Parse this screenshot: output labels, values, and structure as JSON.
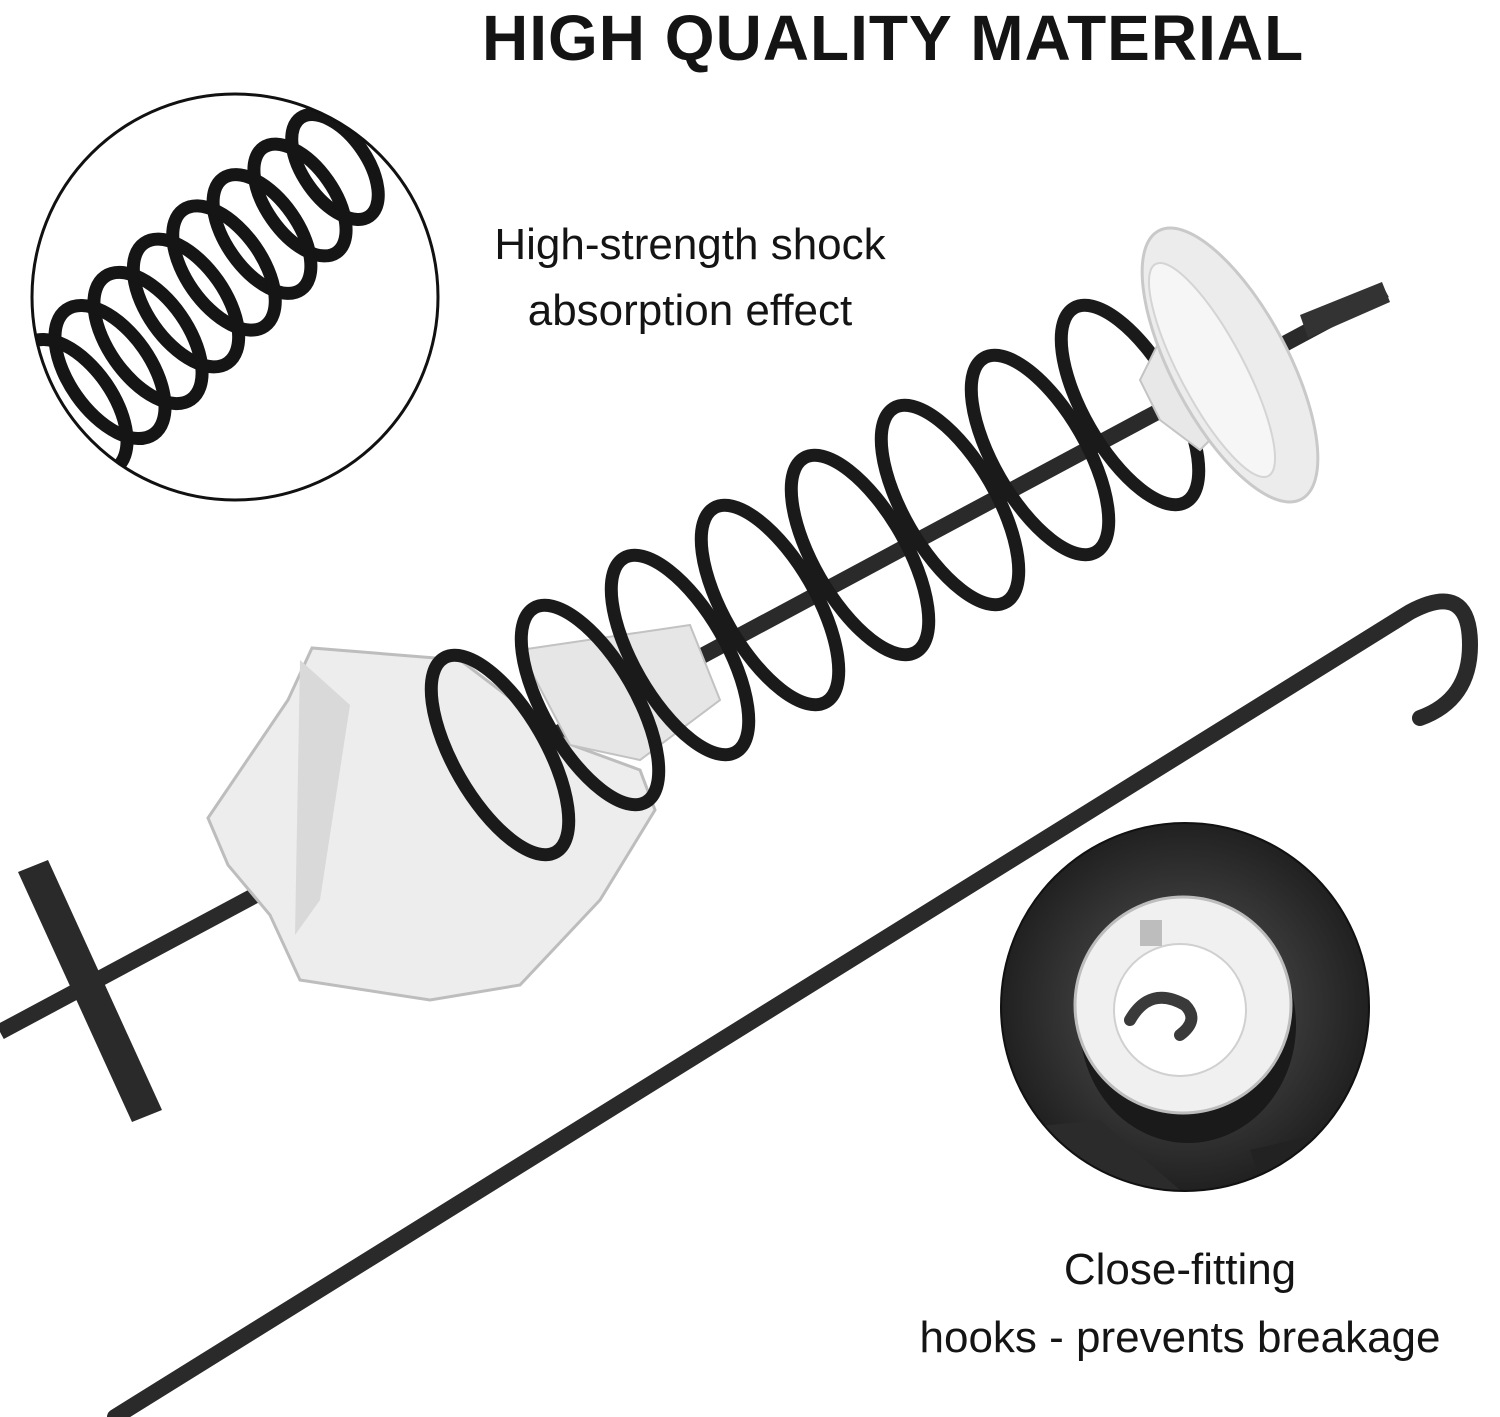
{
  "headline": "HIGH QUALITY MATERIAL",
  "features": [
    {
      "lines": [
        "High-strength shock",
        "absorption effect"
      ]
    },
    {
      "lines": [
        "Close-fitting",
        "hooks - prevents breakage"
      ]
    }
  ],
  "colors": {
    "background": "#ffffff",
    "text": "#141414",
    "rod": "#262626",
    "spring": "#1a1a1a",
    "plastic": "#eeeeee"
  },
  "icons": [
    "spring-zoom-image",
    "suspension-rod-image",
    "hook-rod-image",
    "hook-socket-zoom-image"
  ]
}
